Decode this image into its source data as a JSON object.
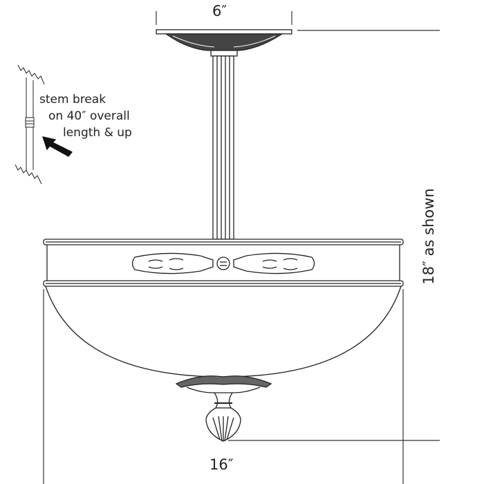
{
  "dimensions": {
    "canopy_width": "6″",
    "overall_height": "18″ as shown",
    "bowl_width": "16″"
  },
  "stem_note": {
    "line1": "stem break",
    "line2": "on 40″ overall",
    "line3": "length & up"
  }
}
